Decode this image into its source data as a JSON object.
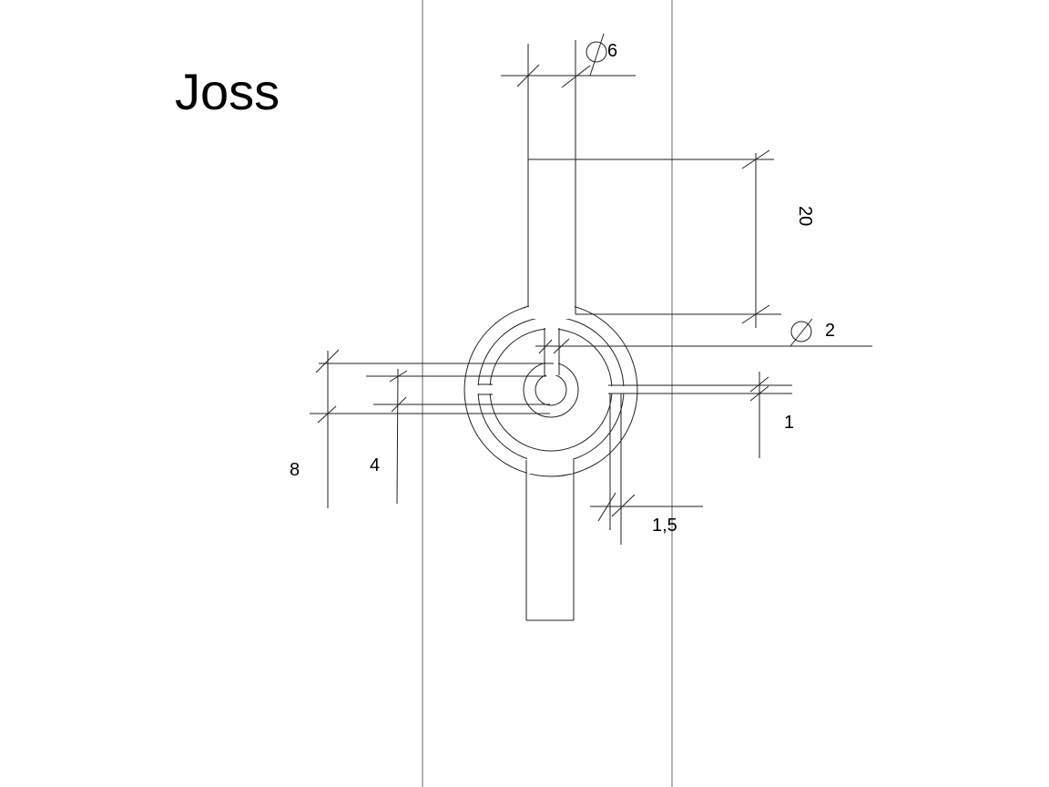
{
  "title": "Joss",
  "dimensions": {
    "bar_diameter": {
      "symbol": "diameter",
      "value": "6"
    },
    "bar_length": "20",
    "slot_diameter": {
      "symbol": "diameter",
      "value": "2"
    },
    "right_gap": "1",
    "bottom_gap": "1,5",
    "outer_width": "8",
    "inner_width": "4"
  }
}
